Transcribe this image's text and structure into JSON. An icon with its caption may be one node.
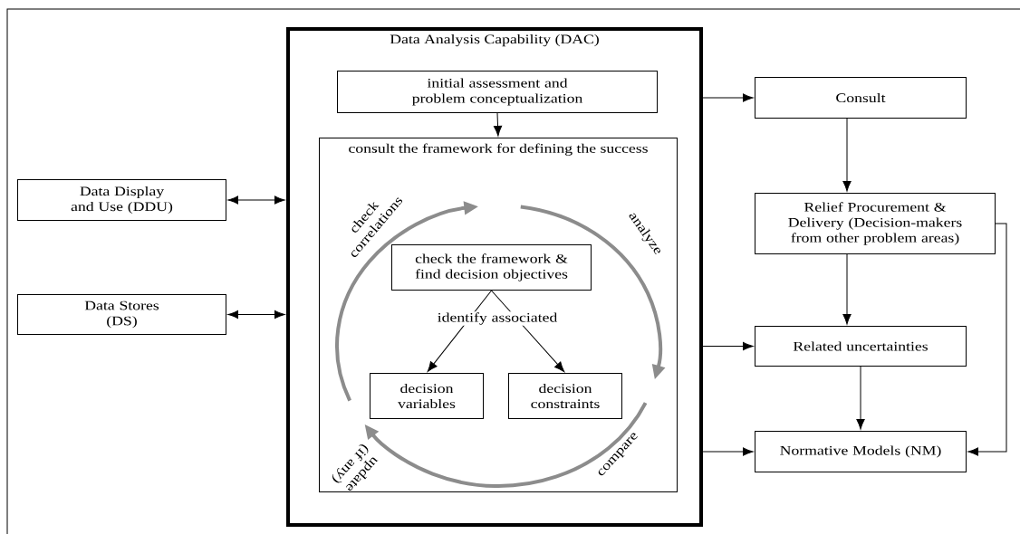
{
  "diagram": {
    "nodes": [
      {
        "text": [
          "Data Analysis Capability (DAC)"
        ]
      },
      {
        "text": [
          "initial assessment and problem conceptualization"
        ],
        "in": 0
      },
      {
        "text": [
          "consult the framework for defining the success"
        ],
        "in": 0
      },
      {
        "text": [
          "check the framework & find decision objectives"
        ],
        "in": 2
      },
      {
        "text": [
          "decision variables"
        ],
        "in": 2
      },
      {
        "text": [
          "decision constraints"
        ],
        "in": 2
      },
      {
        "text": [
          "Data Display and Use (DDU)"
        ]
      },
      {
        "text": [
          "Data Stores (DS)"
        ]
      },
      {
        "text": [
          "Consult"
        ]
      },
      {
        "text": [
          "Relief Procurement & Delivery (Decision-makers from other problem areas)"
        ]
      },
      {
        "text": [
          "Related uncertainties"
        ]
      },
      {
        "text": [
          "Normative Models (NM)"
        ]
      }
    ],
    "edges": [
      {
        "from": 6,
        "to": 0,
        "arrow": "both"
      },
      {
        "from": 7,
        "to": 0,
        "arrow": "both"
      },
      {
        "from": 0,
        "to": 8,
        "arrow": "to"
      },
      {
        "from": 0,
        "to": 10,
        "arrow": "to"
      },
      {
        "from": 0,
        "to": 11,
        "arrow": "to"
      },
      {
        "from": 8,
        "to": 9,
        "arrow": "to"
      },
      {
        "from": 9,
        "to": 10,
        "arrow": "to"
      },
      {
        "from": 10,
        "to": 11,
        "arrow": "to"
      },
      {
        "from": 9,
        "to": 11,
        "arrow": "to"
      },
      {
        "from": 1,
        "to": 2,
        "arrow": "to"
      },
      {
        "from": 3,
        "to": 4,
        "arrow": "to"
      },
      {
        "from": 3,
        "to": 5,
        "arrow": "to"
      }
    ],
    "labels": [
      "check correlations",
      "analyze",
      "identify associated",
      "update (if any)",
      "compare"
    ]
  }
}
